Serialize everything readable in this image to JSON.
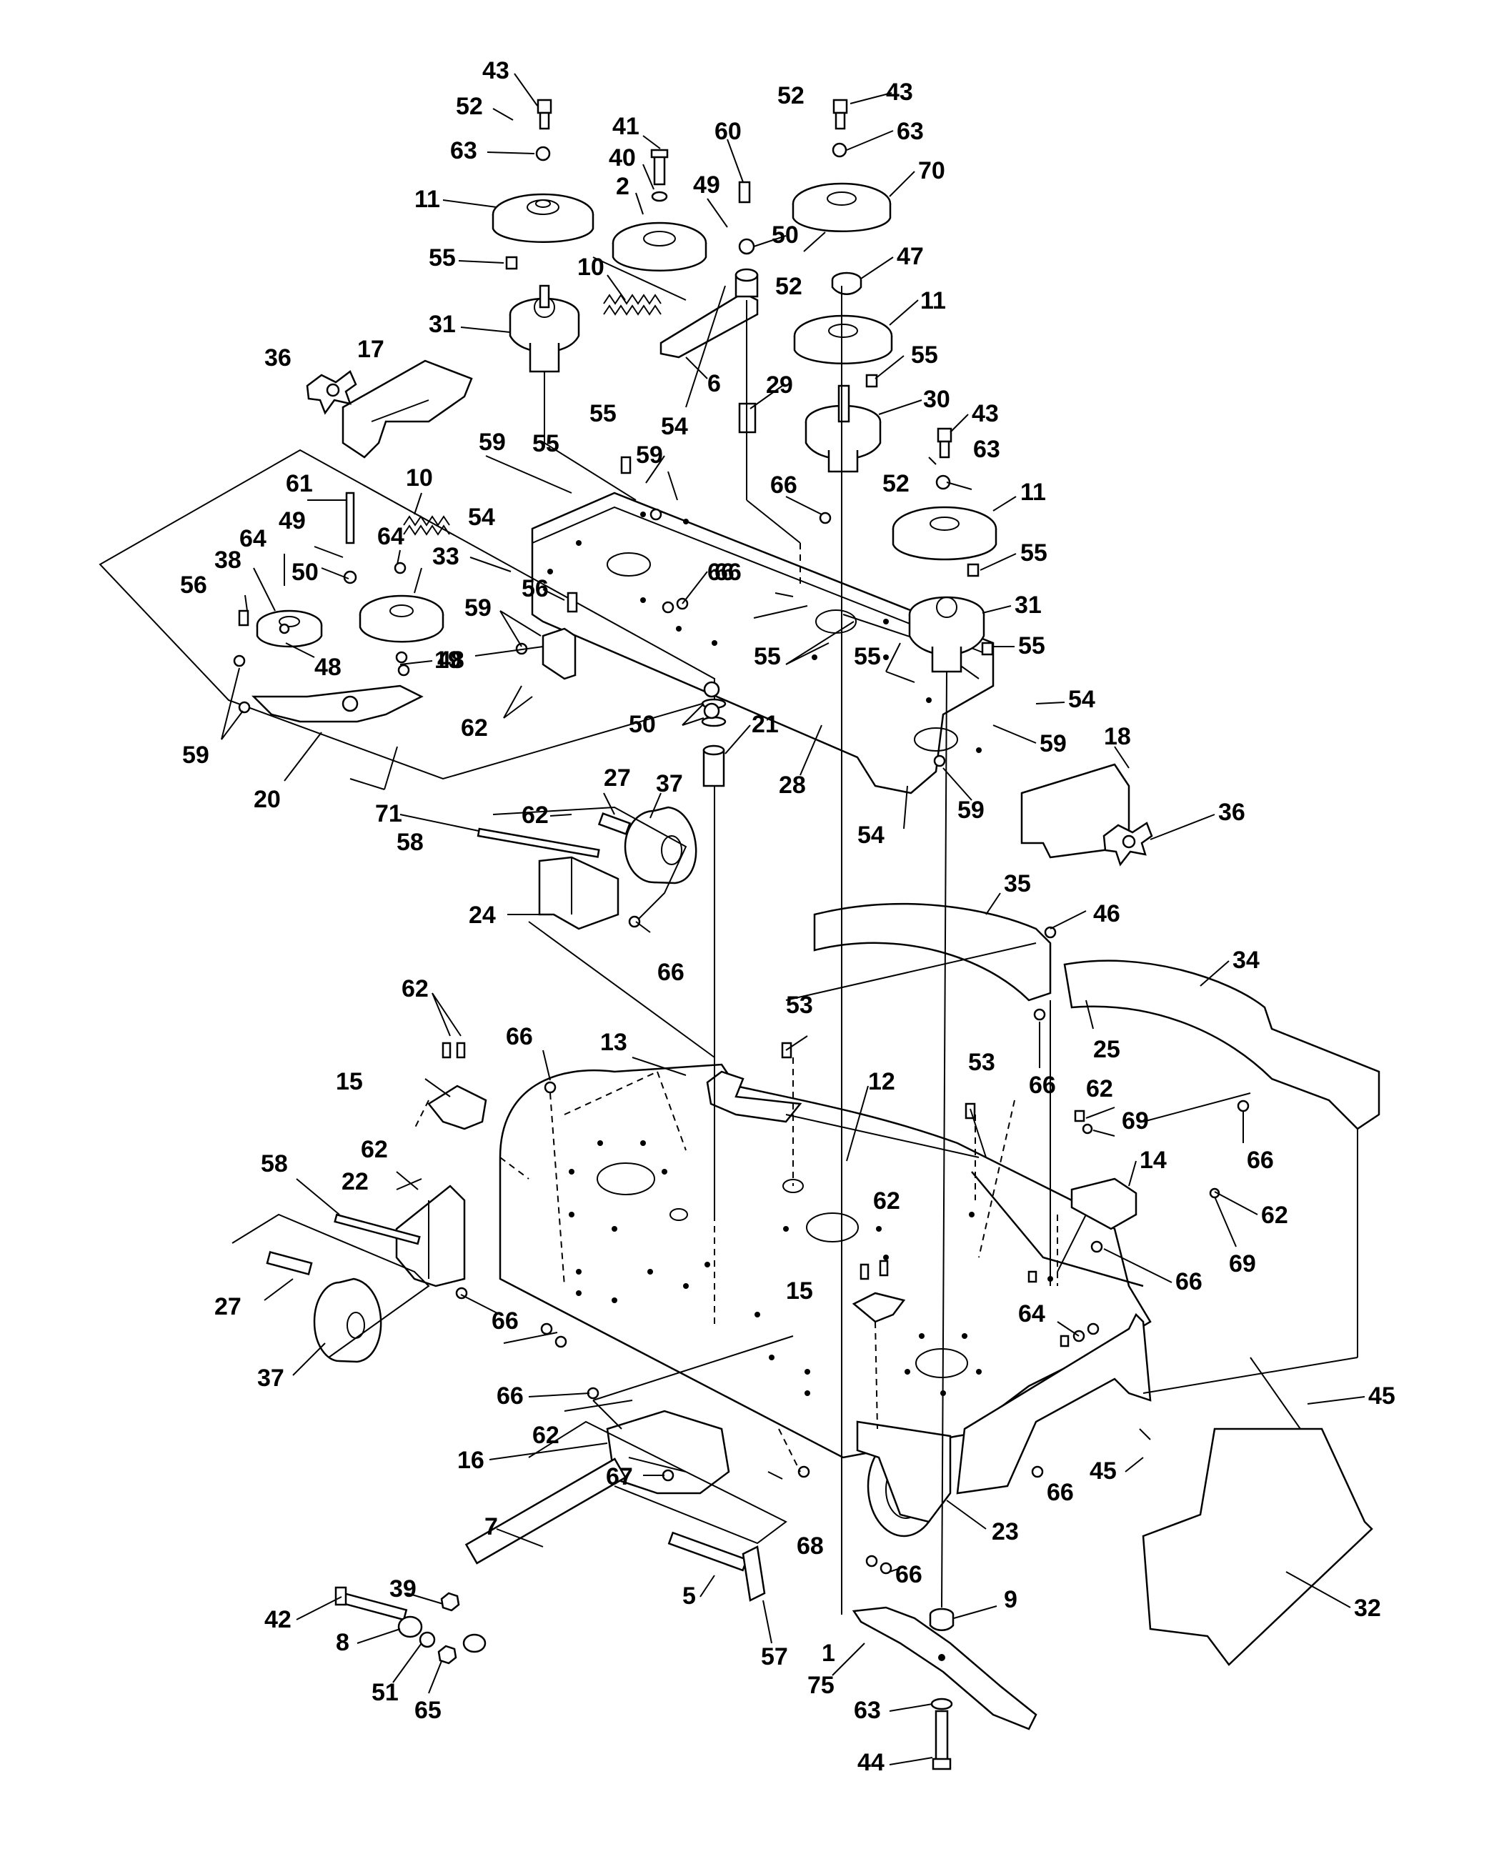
{
  "callouts": [
    "1",
    "2",
    "5",
    "6",
    "7",
    "8",
    "9",
    "10",
    "11",
    "12",
    "13",
    "14",
    "15",
    "16",
    "17",
    "18",
    "19",
    "20",
    "21",
    "22",
    "23",
    "24",
    "25",
    "27",
    "28",
    "29",
    "30",
    "31",
    "32",
    "33",
    "34",
    "35",
    "36",
    "37",
    "38",
    "39",
    "40",
    "41",
    "42",
    "43",
    "44",
    "45",
    "46",
    "47",
    "48",
    "49",
    "50",
    "51",
    "52",
    "53",
    "54",
    "55",
    "56",
    "57",
    "58",
    "59",
    "60",
    "61",
    "62",
    "63",
    "64",
    "65",
    "66",
    "67",
    "68",
    "69",
    "70",
    "71",
    "75"
  ]
}
